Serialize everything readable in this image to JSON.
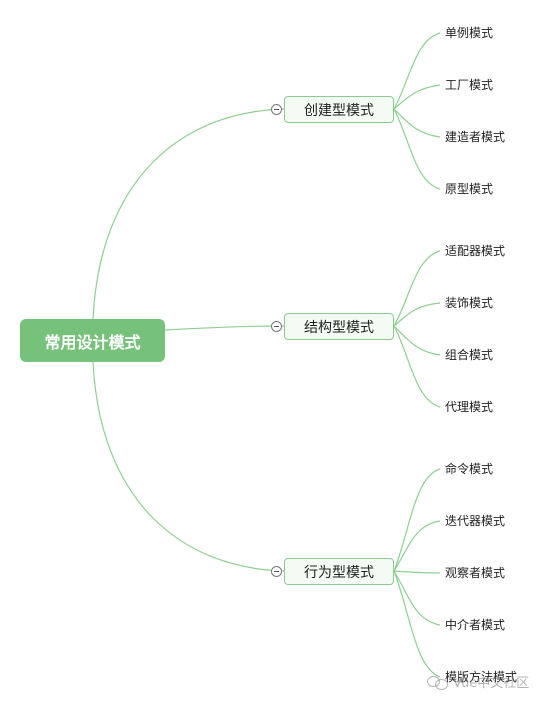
{
  "root": {
    "label": "常用设计模式"
  },
  "branches": [
    {
      "label": "创建型模式",
      "leaves": [
        "单例模式",
        "工厂模式",
        "建造者模式",
        "原型模式"
      ]
    },
    {
      "label": "结构型模式",
      "leaves": [
        "适配器模式",
        "装饰模式",
        "组合模式",
        "代理模式"
      ]
    },
    {
      "label": "行为型模式",
      "leaves": [
        "命令模式",
        "迭代器模式",
        "观察者模式",
        "中介者模式",
        "模版方法模式"
      ]
    }
  ],
  "watermark": {
    "text": "Vue中文社区"
  },
  "colors": {
    "accent": "#77c27b",
    "line": "#8fcf92",
    "branch_border": "#8ccb90",
    "branch_fill": "#f4fbf4"
  }
}
